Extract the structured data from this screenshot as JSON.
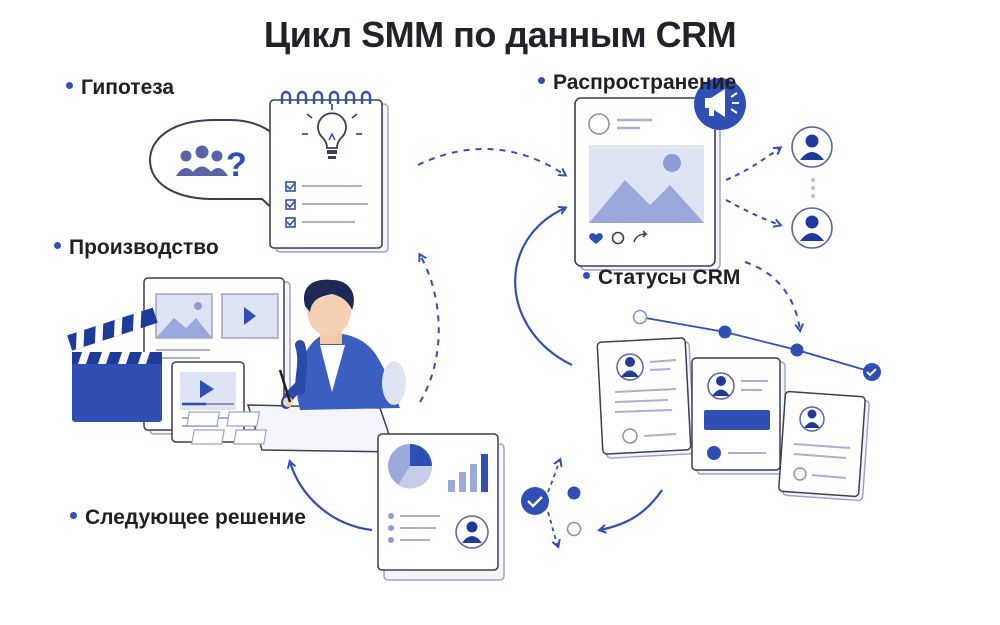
{
  "title": "Цикл SMM по данным CRM",
  "colors": {
    "accent": "#2f4fb5",
    "accent_dark": "#1e3a9a",
    "accent_light": "#9aa8dc",
    "paper": "#f4f5fb",
    "stroke": "#9aa3c4"
  },
  "steps": [
    {
      "id": "hypothesis",
      "label": "Гипотеза"
    },
    {
      "id": "distribution",
      "label": "Распространение"
    },
    {
      "id": "production",
      "label": "Производство"
    },
    {
      "id": "crm_statuses",
      "label": "Статусы CRM"
    },
    {
      "id": "next_decision",
      "label": "Следующее решение"
    }
  ],
  "icons": [
    "speech-bubble-icon",
    "people-icon",
    "question-mark-icon",
    "notepad-icon",
    "lightbulb-icon",
    "checkbox-icon",
    "social-post-icon",
    "megaphone-icon",
    "heart-icon",
    "comment-icon",
    "share-icon",
    "user-avatar-icon",
    "clapperboard-icon",
    "play-icon",
    "designer-person-icon",
    "pie-chart-icon",
    "bar-chart-icon",
    "checkmark-icon",
    "crm-card-icon"
  ]
}
